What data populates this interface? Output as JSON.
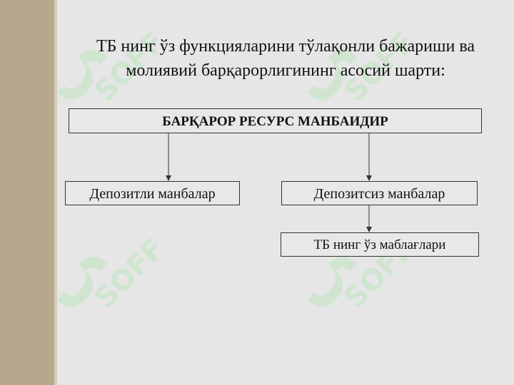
{
  "title": {
    "line1": "ТБ нинг ўз функцияларини тўлақонли бажариши ва",
    "line2": "молиявий барқарорлигининг асосий шарти:"
  },
  "diagram": {
    "root": "БАРҚАРОР РЕСУРС МАНБАИДИР",
    "left_child": "Депозитли манбалар",
    "right_child": "Депозитсиз манбалар",
    "right_grandchild": "ТБ нинг ўз маблағлари"
  },
  "watermark": {
    "text": "SOFF",
    "color": "#cfe5cf"
  },
  "colors": {
    "sidebar": "#b6a88c",
    "background": "#e6e6e6",
    "box_border": "#333333"
  }
}
